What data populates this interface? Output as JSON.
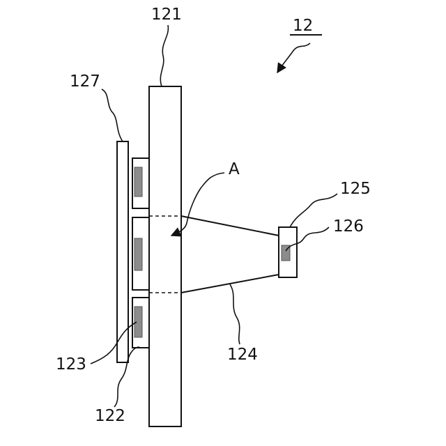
{
  "figure": {
    "ref_number": "12",
    "labels": {
      "substrate": "121",
      "support_part": "122",
      "light_receiving_element": "123",
      "light_path": "124",
      "light_source_unit": "125",
      "light_emitting_element": "126",
      "plate": "127",
      "area": "A"
    },
    "colors": {
      "ink": "#111111",
      "element_fill": "#8c8c8c",
      "background": "#ffffff"
    }
  }
}
